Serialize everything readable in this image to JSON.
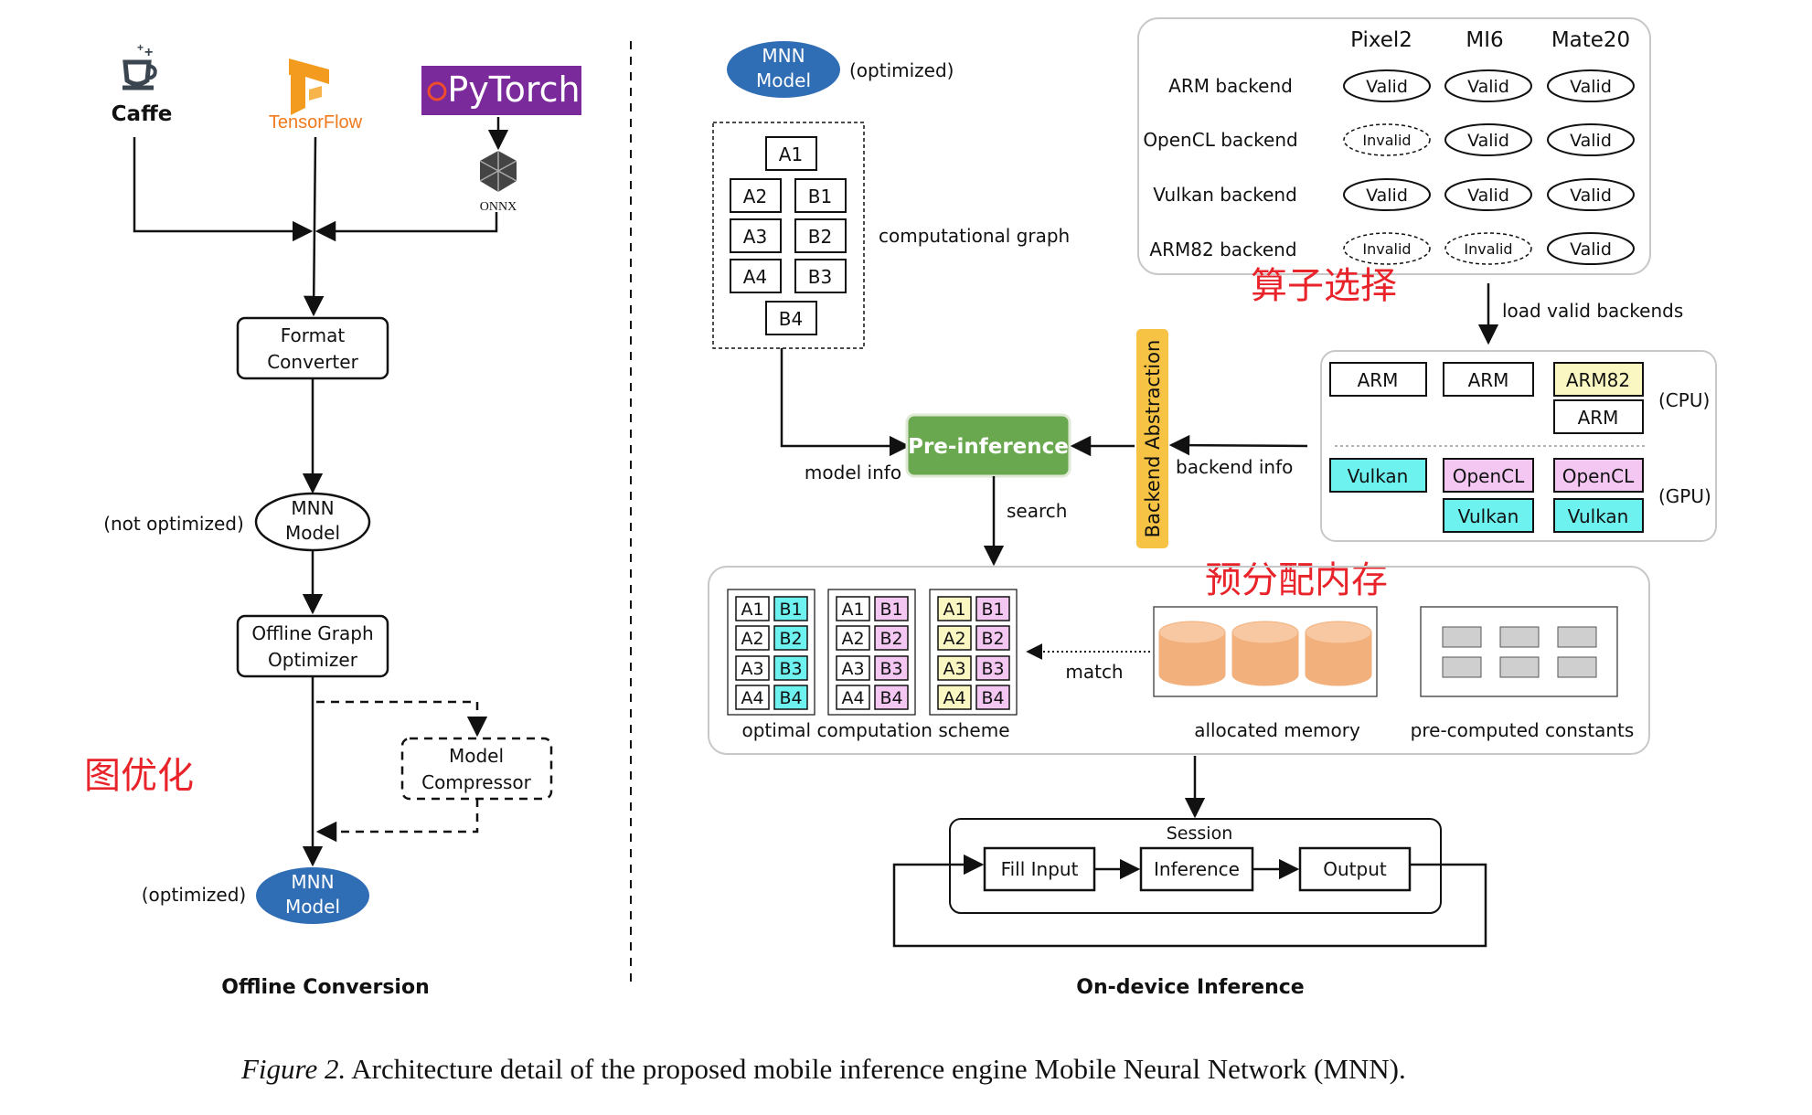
{
  "colors": {
    "line": "#111111",
    "mnn_blue": "#2f6db5",
    "pre_green": "#6aa84f",
    "yellow": "#f6c344",
    "pink": "#f4c7f2",
    "cyan": "#6ef2f0",
    "light_yellow": "#fbf7c2",
    "orange": "#f2b07c",
    "red_note": "#e8232a",
    "gray": "#cfcfcf",
    "panel_border": "#c8c8c8"
  },
  "left": {
    "frameworks": {
      "caffe": "Caffe",
      "tensorflow": "TensorFlow",
      "pytorch": "PyTorch",
      "onnx": "ONNX"
    },
    "format_converter": [
      "Format",
      "Converter"
    ],
    "mnn_model": [
      "MNN",
      "Model"
    ],
    "not_optimized": "(not optimized)",
    "optimizer": [
      "Offline Graph",
      "Optimizer"
    ],
    "compressor": [
      "Model",
      "Compressor"
    ],
    "optimized": "(optimized)",
    "graph_opt_note": "图优化",
    "section_title": "Offline Conversion"
  },
  "right": {
    "mnn_model": [
      "MNN",
      "Model"
    ],
    "optimized": "(optimized)",
    "graph_nodes": [
      "A1",
      "A2",
      "B1",
      "A3",
      "B2",
      "A4",
      "B3",
      "B4"
    ],
    "graph_label": "computational graph",
    "model_info": "model info",
    "pre_inference": "Pre-inference",
    "backend_abstraction": "Backend Abstraction",
    "backend_info": "backend info",
    "search": "search",
    "device_table": {
      "devices": [
        "Pixel2",
        "MI6",
        "Mate20"
      ],
      "rows": [
        {
          "name": "ARM backend",
          "cells": [
            "Valid",
            "Valid",
            "Valid"
          ]
        },
        {
          "name": "OpenCL backend",
          "cells": [
            "Invalid",
            "Valid",
            "Valid"
          ]
        },
        {
          "name": "Vulkan backend",
          "cells": [
            "Valid",
            "Valid",
            "Valid"
          ]
        },
        {
          "name": "ARM82 backend",
          "cells": [
            "Invalid",
            "Invalid",
            "Valid"
          ]
        }
      ]
    },
    "operator_select_note": "算子选择",
    "load_valid": "load valid backends",
    "backends": {
      "cpu_label": "(CPU)",
      "gpu_label": "(GPU)",
      "cpu": [
        "ARM",
        "ARM",
        "ARM82",
        "ARM"
      ],
      "gpu": [
        "Vulkan",
        "OpenCL",
        "Vulkan",
        "OpenCL",
        "Vulkan"
      ]
    },
    "prealloc_note": "预分配内存",
    "scheme_rows": [
      [
        "A1",
        "B1"
      ],
      [
        "A2",
        "B2"
      ],
      [
        "A3",
        "B3"
      ],
      [
        "A4",
        "B4"
      ]
    ],
    "scheme_label": "optimal computation scheme",
    "match": "match",
    "allocated_memory": "allocated memory",
    "precomputed": "pre-computed constants",
    "session": {
      "title": "Session",
      "steps": [
        "Fill Input",
        "Inference",
        "Output"
      ]
    },
    "section_title": "On-device Inference"
  },
  "caption": {
    "label": "Figure 2.",
    "text": " Architecture detail of the proposed mobile inference engine Mobile Neural Network (MNN)."
  }
}
